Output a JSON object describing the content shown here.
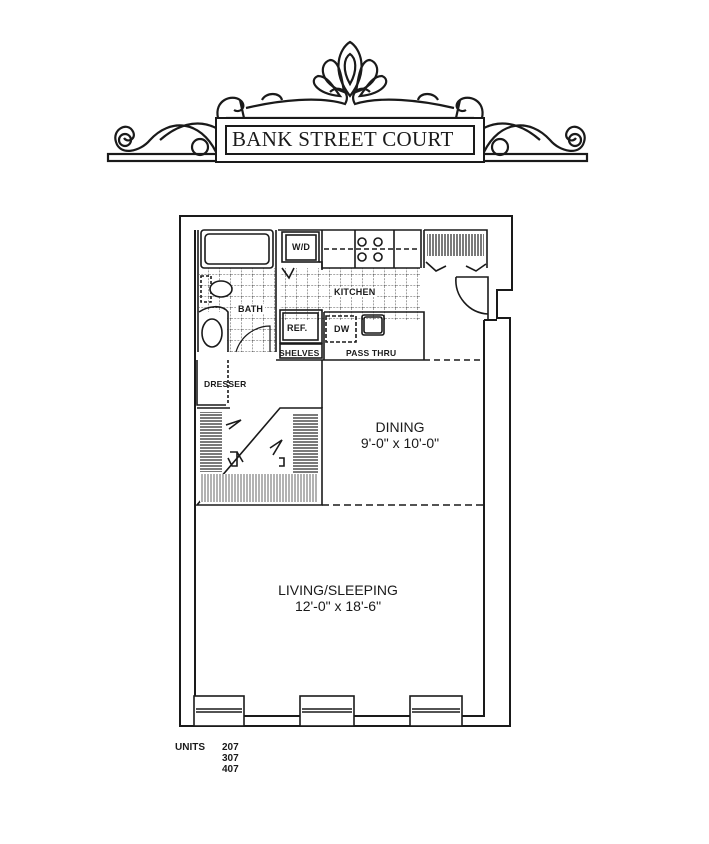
{
  "header": {
    "title": "BANK STREET COURT",
    "ornament": "scroll-crest-ornament"
  },
  "floorplan": {
    "labels": {
      "wd": "W/D",
      "kitchen": "KITCHEN",
      "bath": "BATH",
      "ref": "REF.",
      "dw": "DW",
      "shelves": "SHELVES",
      "pass_thru": "PASS THRU",
      "dresser": "DRESSER"
    },
    "rooms": {
      "dining": {
        "name": "DINING",
        "size": "9'-0\" x 10'-0\""
      },
      "living": {
        "name": "LIVING/SLEEPING",
        "size": "12'-0\" x 18'-6\""
      }
    }
  },
  "units": {
    "label": "UNITS",
    "numbers": [
      "207",
      "307",
      "407"
    ]
  },
  "colors": {
    "ink": "#1a1a1a",
    "paper": "#ffffff"
  }
}
